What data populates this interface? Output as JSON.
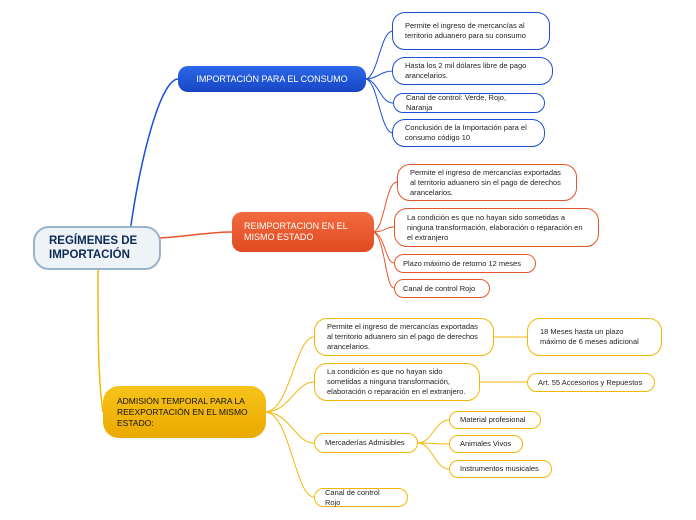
{
  "root": {
    "label": "REGÍMENES DE IMPORTACIÓN"
  },
  "branches": [
    {
      "id": "consumo",
      "label": "IMPORTACIÓN PARA EL CONSUMO",
      "color": "#1a4fd6",
      "items": [
        "Permite el ingreso de mercancías al territorio aduanero para su consumo",
        "Hasta los 2 mil dólares libre de pago arancelarios.",
        "Canal de control: Verde, Rojo, Naranja",
        "Conclusión de la Importación para el consumo código 10"
      ]
    },
    {
      "id": "reimportacion",
      "label": "REIMPORTACION EN EL MISMO ESTADO",
      "color": "#e8552b",
      "items": [
        "Permite el ingreso de mercancías exportadas al territorio aduanero sin el pago de derechos arancelarios.",
        "La condición es que no hayan sido sometidas a ninguna transformación, elaboración o reparación en el extranjero",
        "Plazo máximo de retorno 12 meses",
        "Canal de control Rojo"
      ]
    },
    {
      "id": "admision",
      "label": "ADMISIÓN TEMPORAL PARA LA REEXPORTACIÓN EN EL MISMO ESTADO:",
      "color": "#f2b705",
      "items": [
        {
          "label": "Permite el ingreso de mercancías exportadas al territorio aduanero sin el pago de derechos arancelarios.",
          "children": [
            "18 Meses hasta un plazo máximo de 6 meses adicional"
          ]
        },
        {
          "label": "La condición es que no hayan sido sometidas a ninguna transformación, elaboración o reparación en el extranjero.",
          "children": [
            "Art. 55 Accesorios y Repuestos"
          ]
        },
        {
          "label": "Mercaderías Admisibles",
          "children": [
            "Material profesional",
            "Animales Vivos",
            "Instrumentos musicales"
          ]
        },
        {
          "label": "Canal de control Rojo",
          "children": []
        }
      ]
    }
  ]
}
